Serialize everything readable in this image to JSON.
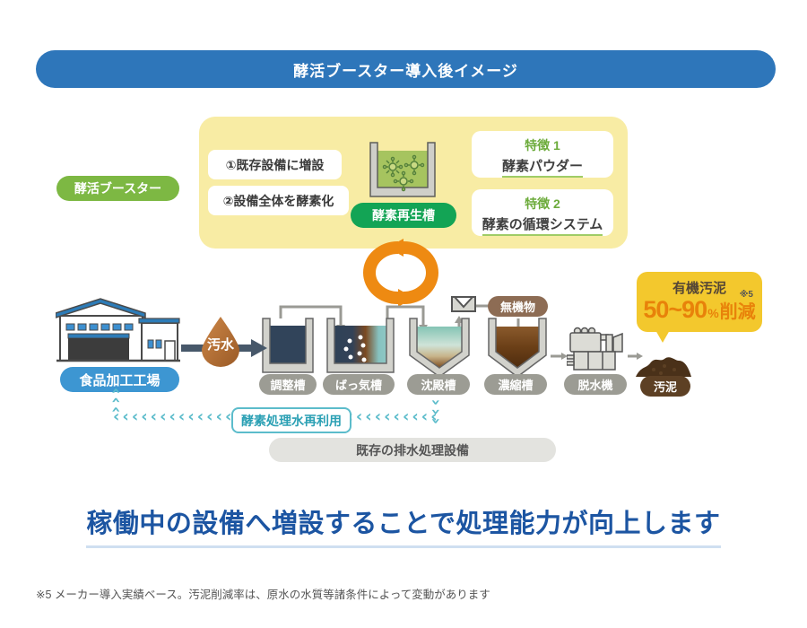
{
  "header": {
    "title": "酵活ブースター導入後イメージ"
  },
  "booster_panel": {
    "booster_label": "酵活ブースター",
    "point1": "①既存設備に増設",
    "point2": "②設備全体を酵素化",
    "regen_tank_label": "酵素再生槽",
    "feature1": {
      "title": "特徴 1",
      "name": "酵素パウダー"
    },
    "feature2": {
      "title": "特徴 2",
      "name": "酵素の循環システム"
    }
  },
  "process": {
    "factory_label": "食品加工工場",
    "drop_label": "汚水",
    "tank_labels": [
      "調整槽",
      "ばっ気槽",
      "沈殿槽",
      "濃縮槽"
    ],
    "inorganic_label": "無機物",
    "dewater_label": "脱水機",
    "sludge_label": "汚泥",
    "reuse_label": "酵素処理水再利用",
    "existing_label": "既存の排水処理設備"
  },
  "callout": {
    "line1": "有機汚泥",
    "value": "50~90",
    "percent": "%",
    "suffix": "削減",
    "note_ref": "※5"
  },
  "headline": "稼働中の設備へ増設することで処理能力が向上します",
  "footnote": "※5 メーカー導入実績ベース。汚泥削減率は、原水の水質等諸条件によって変動があります",
  "decor": {
    "chevrons_h": "‹‹‹‹‹‹‹‹‹‹‹‹‹‹‹‹‹‹‹‹‹‹‹‹‹‹‹‹‹‹‹‹‹‹‹‹",
    "chevrons_v": "‹‹‹"
  },
  "colors": {
    "header_blue": "#2e76ba",
    "panel_yellow": "#f8eca4",
    "booster_green": "#7db843",
    "regen_green": "#13a455",
    "cycle_orange": "#ee8a12",
    "callout_yellow": "#f3c82d",
    "callout_orange": "#e8820a",
    "teal": "#5cbccb",
    "headline_blue": "#1c55a2"
  }
}
